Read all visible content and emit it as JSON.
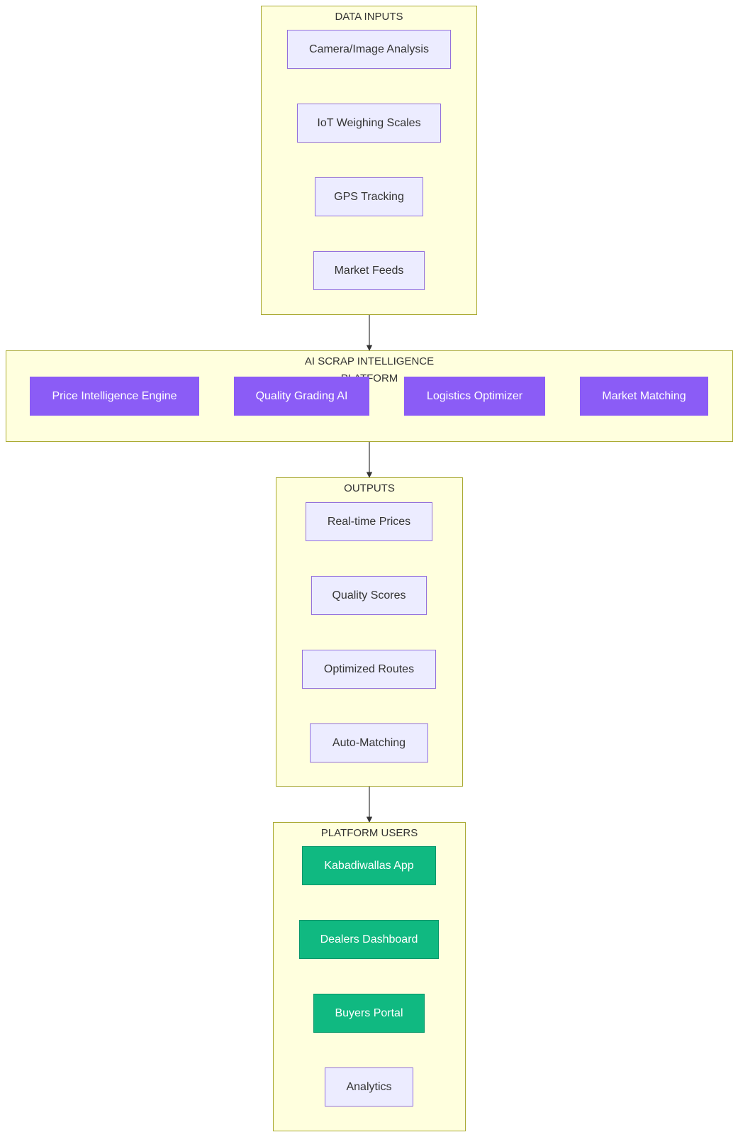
{
  "clusters": {
    "inputs": {
      "title": "DATA INPUTS",
      "nodes": [
        "Camera/Image Analysis",
        "IoT Weighing Scales",
        "GPS Tracking",
        "Market Feeds"
      ]
    },
    "platform": {
      "title": "AI SCRAP INTELLIGENCE PLATFORM",
      "nodes": [
        "Price Intelligence Engine",
        "Quality Grading AI",
        "Logistics Optimizer",
        "Market Matching"
      ]
    },
    "outputs": {
      "title": "OUTPUTS",
      "nodes": [
        "Real-time Prices",
        "Quality Scores",
        "Optimized Routes",
        "Auto-Matching"
      ]
    },
    "users": {
      "title": "PLATFORM USERS",
      "nodes": [
        "Kabadiwallas App",
        "Dealers Dashboard",
        "Buyers Portal",
        "Analytics"
      ]
    }
  },
  "colors": {
    "cluster_fill": "#ffffde",
    "cluster_border": "#aaaa33",
    "default_node_fill": "#ececff",
    "default_node_border": "#9370db",
    "ai_node_fill": "#8b5cf6",
    "user_node_fill": "#10b981",
    "edge": "#333333"
  }
}
